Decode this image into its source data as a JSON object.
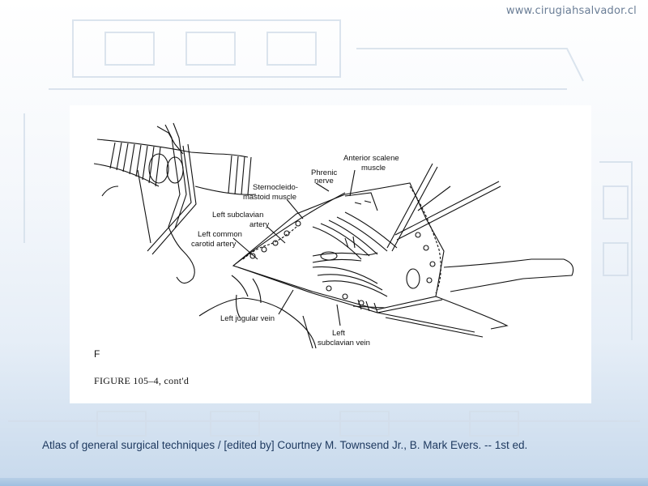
{
  "slide": {
    "site_url": "www.cirugiahsalvador.cl",
    "citation": "Atlas of general surgical techniques / [edited by] Courtney M. Townsend Jr., B. Mark Evers. -- 1st ed."
  },
  "figure": {
    "panel_letter": "F",
    "caption": "FIGURE 105–4, cont'd",
    "labels": {
      "anterior_scalene_1": "Anterior scalene",
      "anterior_scalene_2": "muscle",
      "phrenic_1": "Phrenic",
      "phrenic_2": "nerve",
      "scm_1": "Sternocleido-",
      "scm_2": "mastoid muscle",
      "subclavian_artery_1": "Left subclavian",
      "subclavian_artery_2": "artery",
      "carotid_1": "Left common",
      "carotid_2": "carotid artery",
      "jugular": "Left jugular vein",
      "subclavian_vein_1": "Left",
      "subclavian_vein_2": "subclavian vein"
    }
  },
  "colors": {
    "citation": "#1f3a60",
    "url": "#6a7d96",
    "background_tint": "#c7d9ec"
  }
}
